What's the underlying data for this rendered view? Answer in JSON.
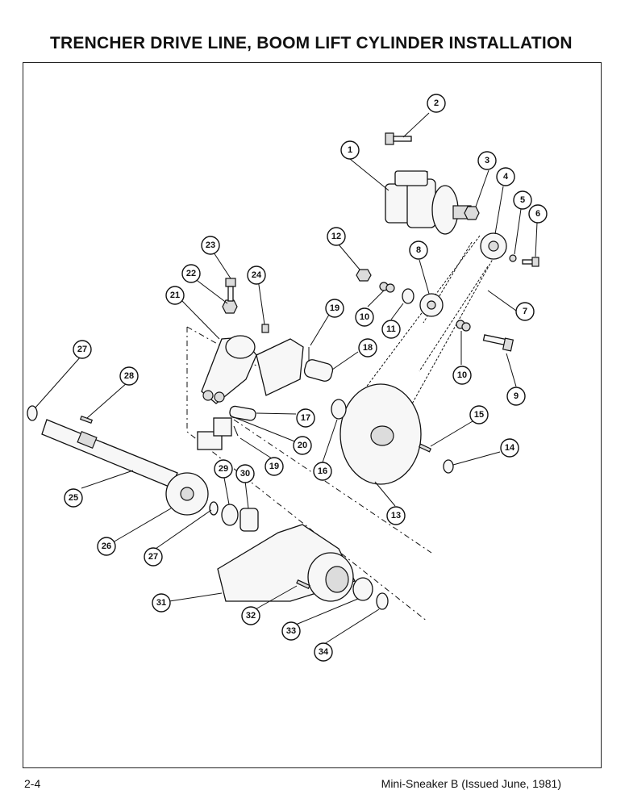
{
  "header": {
    "title": "TRENCHER DRIVE LINE, BOOM LIFT CYLINDER INSTALLATION"
  },
  "footer": {
    "page_number": "2-4",
    "publication": "Mini-Sneaker B (Issued June, 1981)"
  },
  "callouts": [
    "1",
    "2",
    "3",
    "4",
    "5",
    "6",
    "7",
    "8",
    "9",
    "10",
    "10",
    "11",
    "12",
    "13",
    "14",
    "15",
    "16",
    "17",
    "18",
    "19",
    "19",
    "20",
    "21",
    "22",
    "23",
    "24",
    "25",
    "26",
    "27",
    "27",
    "28",
    "29",
    "30",
    "31",
    "32",
    "33",
    "34"
  ]
}
